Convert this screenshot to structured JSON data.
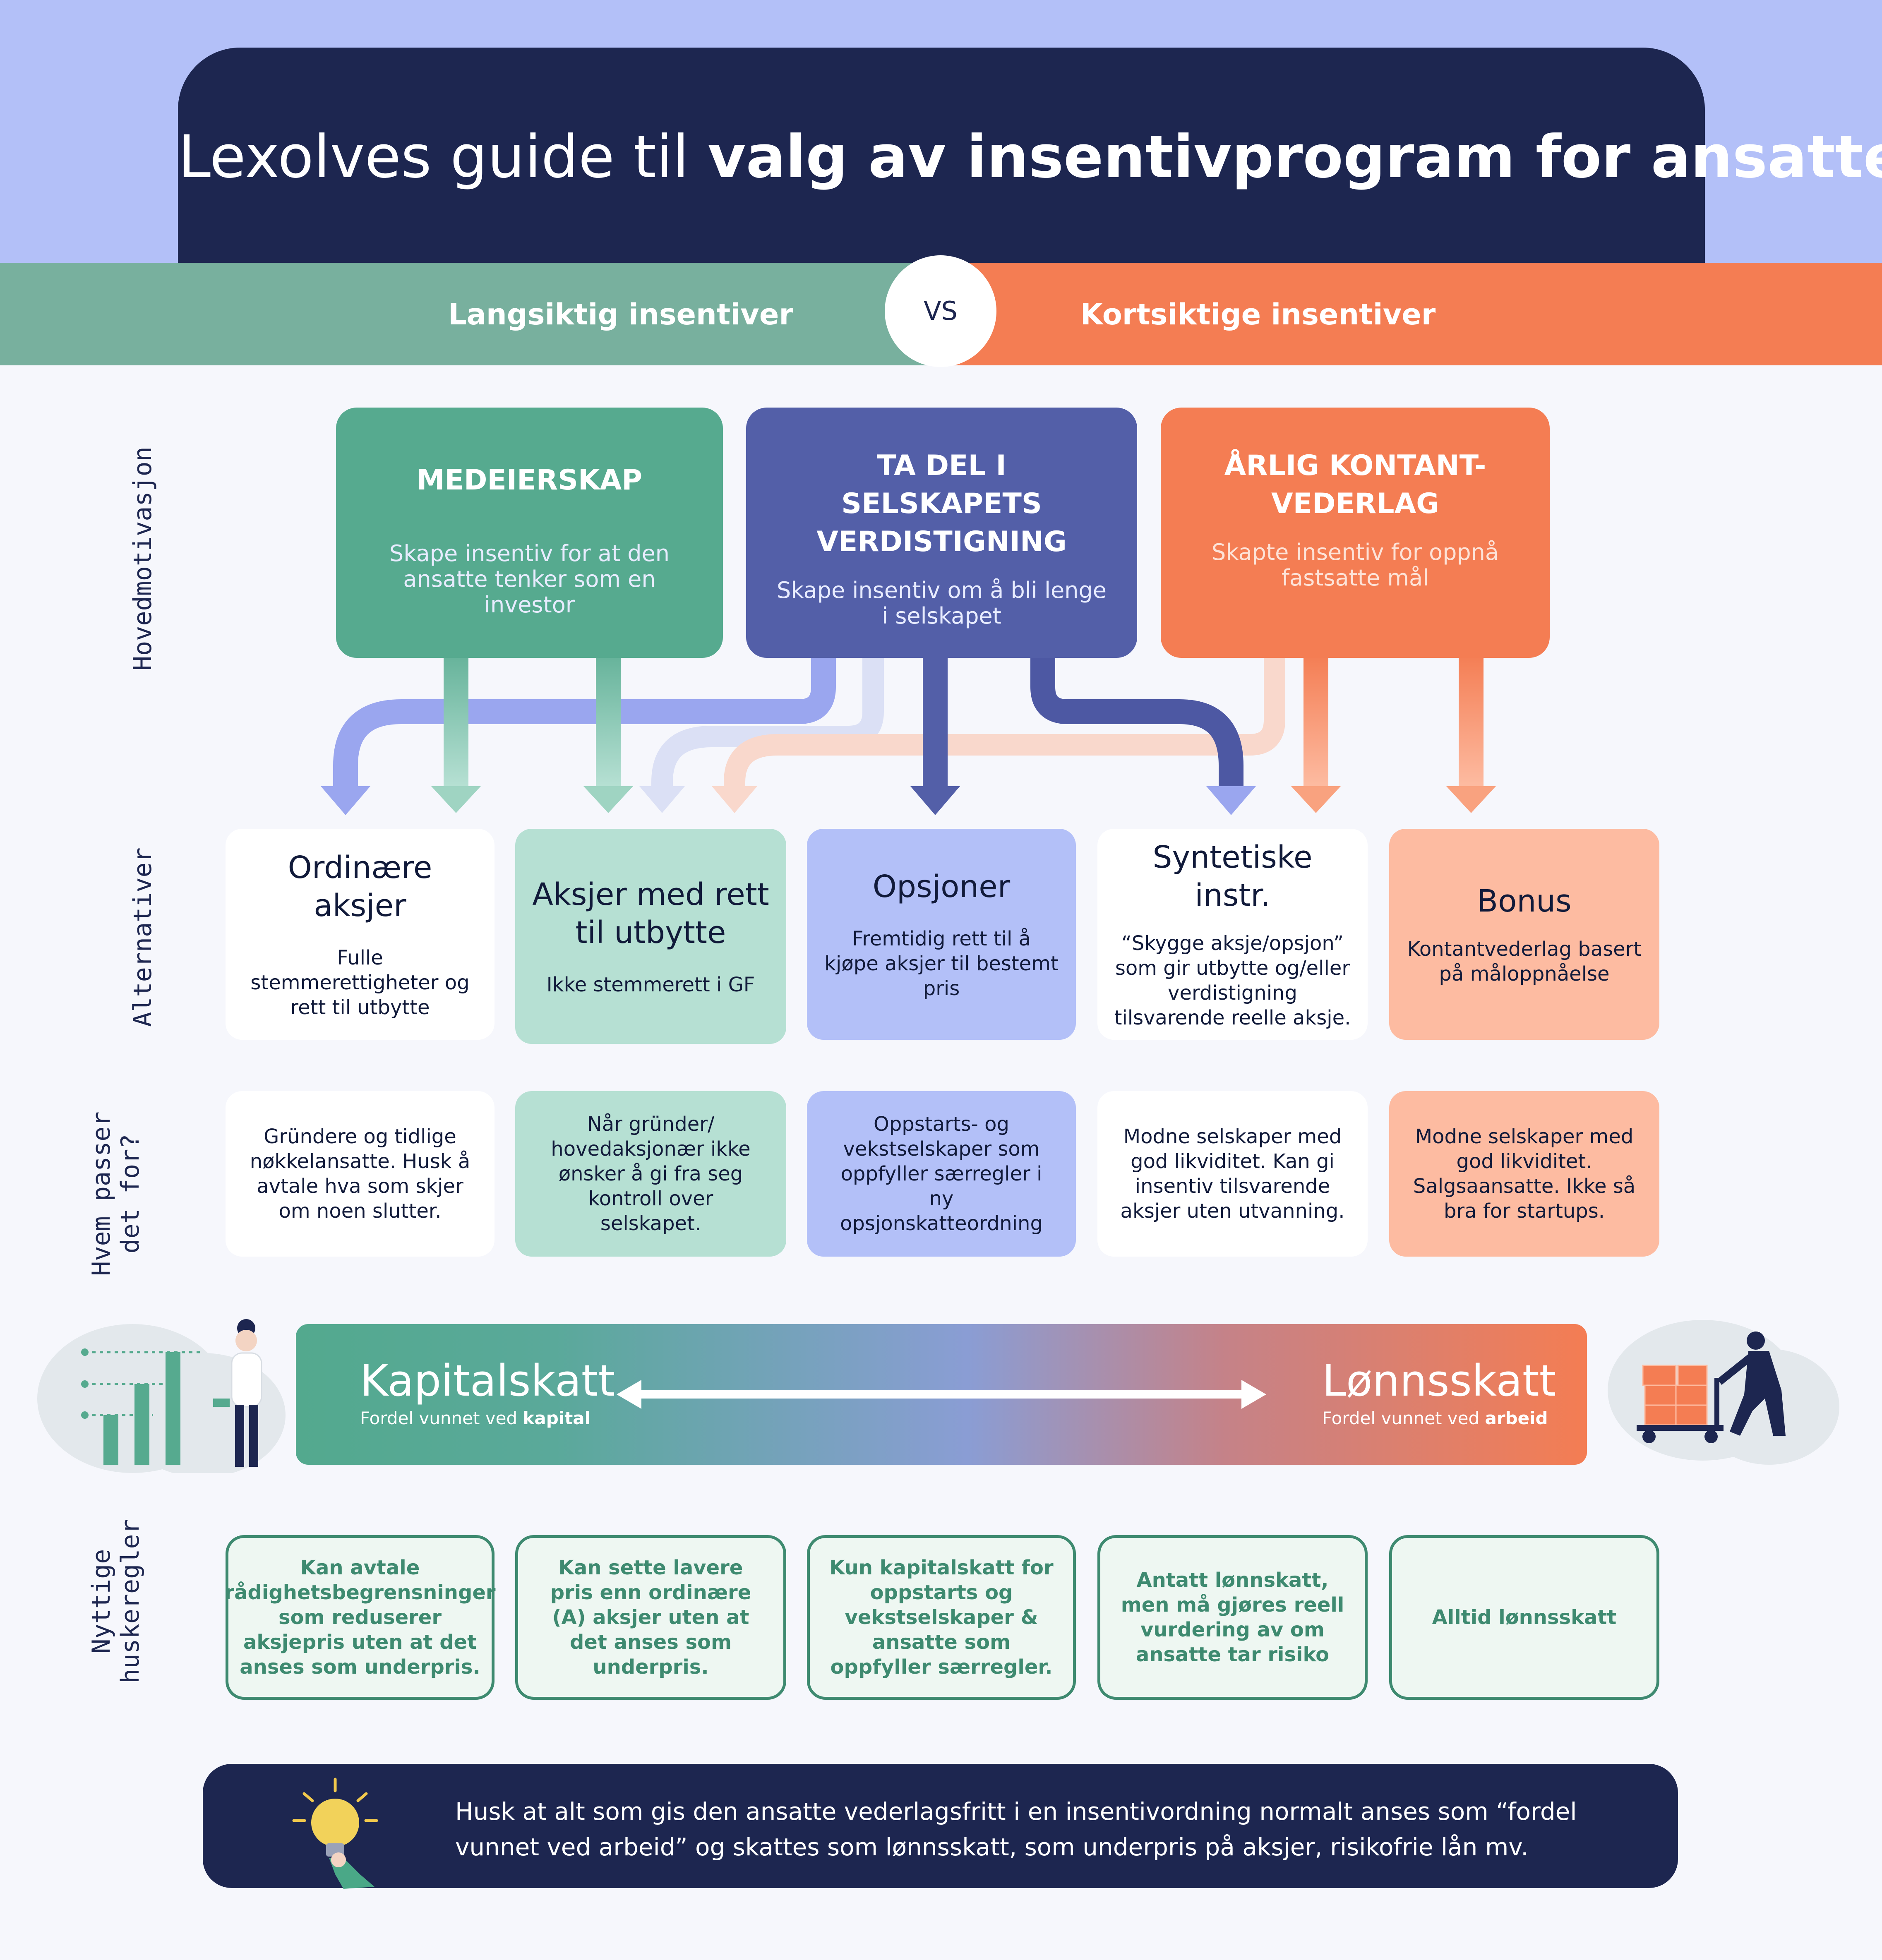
{
  "header": {
    "title_regular": "Lexolves guide til ",
    "title_bold": "valg av insentivprogram for ansatte",
    "left_label": "Langsiktig insentiver",
    "vs_label": "VS",
    "right_label": "Kortsiktige insentiver"
  },
  "row_labels": {
    "motivation": "Hovedmotivasjon",
    "alternatives": "Alternativer",
    "who_line1": "Hvem passer",
    "who_line2": "det for?",
    "rules_line1": "Nyttige",
    "rules_line2": "huskeregler"
  },
  "motivations": [
    {
      "title": "MEDEIERSKAP",
      "sub": "Skape insentiv for at den ansatte tenker som en investor",
      "color": "#56aa8f"
    },
    {
      "title": "TA DEL I SELSKAPETS VERDISTIGNING",
      "sub": "Skape insentiv om å bli lenge i selskapet",
      "color": "#535fa8"
    },
    {
      "title": "ÅRLIG KONTANT-VEDERLAG",
      "sub": "Skapte insentiv for oppnå fastsatte mål",
      "color": "#f47d53"
    }
  ],
  "options": [
    {
      "title": "Ordinære aksjer",
      "desc": "Fulle stemmerettigheter og rett til utbytte",
      "bg": "#ffffff"
    },
    {
      "title": "Aksjer med rett til utbytte",
      "desc": "Ikke stemmerett i GF",
      "bg": "#b6e0d3"
    },
    {
      "title": "Opsjoner",
      "desc": "Fremtidig rett til å kjøpe aksjer til bestemt pris",
      "bg": "#b3c0f8"
    },
    {
      "title": "Syntetiske instr.",
      "desc": "“Skygge aksje/opsjon” som gir utbytte og/eller verdistigning tilsvarende reelle aksje.",
      "bg": "#ffffff"
    },
    {
      "title": "Bonus",
      "desc": "Kontantvederlag basert på måloppnåelse",
      "bg": "#fdbba1"
    }
  ],
  "who_fits": [
    "Gründere og tidlige nøkkelansatte. Husk å avtale hva som skjer om noen slutter.",
    "Når gründer/ hovedaksjonær  ikke ønsker å gi fra seg kontroll over selskapet.",
    "Oppstarts- og vekstselskaper som oppfyller særregler i ny opsjonskatteordning",
    "Modne selskaper med god likviditet. Kan gi insentiv tilsvarende aksjer uten utvanning.",
    "Modne selskaper med god likviditet. Salgsaansatte. Ikke så bra for startups."
  ],
  "tax": {
    "left_title": "Kapitalskatt",
    "left_sub_prefix": "Fordel vunnet ved ",
    "left_sub_bold": "kapital",
    "right_title": "Lønnsskatt",
    "right_sub_prefix": "Fordel vunnet ved ",
    "right_sub_bold": "arbeid"
  },
  "rules": [
    "Kan avtale rådighetsbegrensninger som reduserer aksjepris uten at det anses som underpris.",
    "Kan sette lavere pris enn ordinære (A) aksjer uten at det anses som underpris.",
    "Kun kapitalskatt for oppstarts og vekstselskaper & ansatte som oppfyller særregler.",
    "Antatt lønnskatt, men må gjøres reell vurdering av om ansatte tar risiko",
    "Alltid lønnsskatt"
  ],
  "footer": {
    "text": "Husk at alt som gis den ansatte vederlagsfritt i en insentivordning normalt anses som “fordel vunnet ved arbeid” og skattes som lønnsskatt, som underpris på aksjer, risikofrie lån mv."
  },
  "colors": {
    "navy": "#1d2650",
    "green": "#56aa8f",
    "blue": "#535fa8",
    "orange": "#f47d53",
    "lavender": "#b3c0f8"
  }
}
